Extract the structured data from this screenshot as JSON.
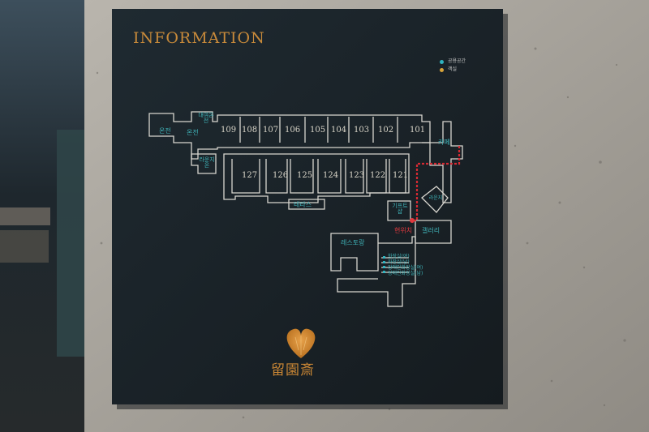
{
  "sign": {
    "title": "INFORMATION",
    "brand": "留園斎",
    "legend": [
      {
        "label": "공용공간",
        "color": "#2fb3c0"
      },
      {
        "label": "객실",
        "color": "#d8a43a"
      }
    ],
    "rooms_top": [
      "109",
      "108",
      "107",
      "106",
      "105",
      "104",
      "103",
      "102",
      "101"
    ],
    "rooms_bottom": [
      "127",
      "126",
      "125",
      "124",
      "123",
      "122",
      "121"
    ],
    "spaces": {
      "onjeon_left": "온전",
      "onjeon_right": "온전",
      "deluxe_onjeon": "대여온전",
      "lounge": "라운지온",
      "cafe": "카페",
      "terrace": "테라스",
      "gift_shop": "기프트샵",
      "lounge_right": "라운지",
      "gallery": "갤러리",
      "current_location": "현위치",
      "restaurant": "레스토랑"
    },
    "restrooms": [
      "화장실(여)",
      "화장실(남)",
      "장애인화장실(여)",
      "장애인화장실(남)"
    ]
  }
}
